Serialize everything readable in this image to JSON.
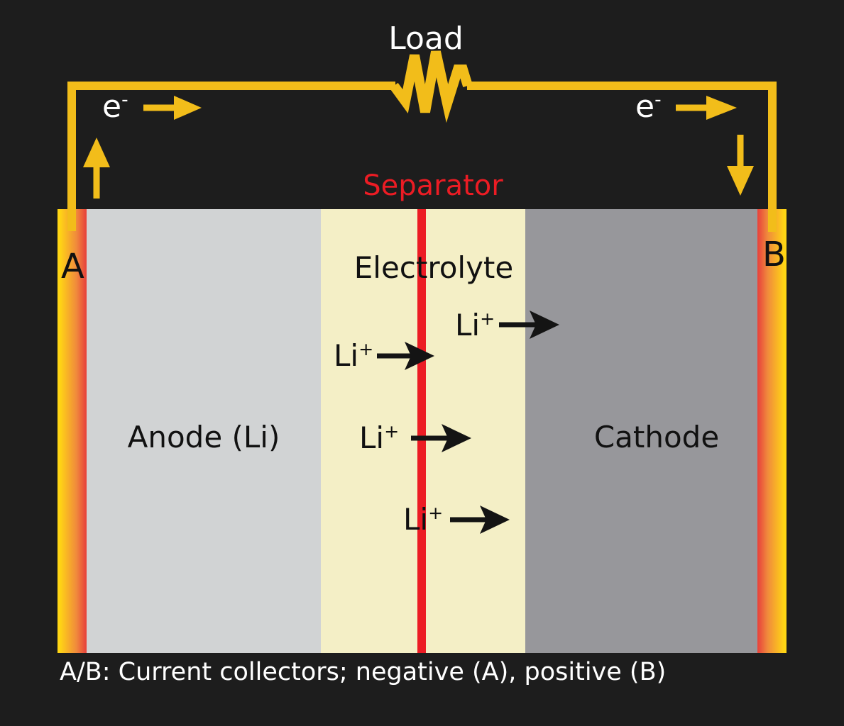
{
  "colors": {
    "background": "#1D1D1D",
    "wire_yellow": "#F2BD1A",
    "separator_red": "#EC1C24",
    "anode_gray": "#D1D3D4",
    "cathode_gray": "#97979B",
    "electrolyte_cream": "#F4EFC6",
    "collector_gradient": [
      "#FFD514",
      "#F08A3C",
      "#E8473C"
    ],
    "ion_arrow_black": "#141414",
    "text_white": "#FFFFFF"
  },
  "circuit": {
    "load_label": "Load",
    "electrons": [
      {
        "symbol": "e",
        "charge": "-"
      },
      {
        "symbol": "e",
        "charge": "-"
      }
    ]
  },
  "battery": {
    "separator_label": "Separator",
    "electrolyte_label": "Electrolyte",
    "anode_label": "Anode (Li)",
    "cathode_label": "Cathode",
    "collector_a_label": "A",
    "collector_b_label": "B",
    "ions": [
      {
        "symbol": "Li",
        "charge": "+"
      },
      {
        "symbol": "Li",
        "charge": "+"
      },
      {
        "symbol": "Li",
        "charge": "+"
      },
      {
        "symbol": "Li",
        "charge": "+"
      }
    ]
  },
  "caption": "A/B: Current collectors; negative (A), positive (B)"
}
